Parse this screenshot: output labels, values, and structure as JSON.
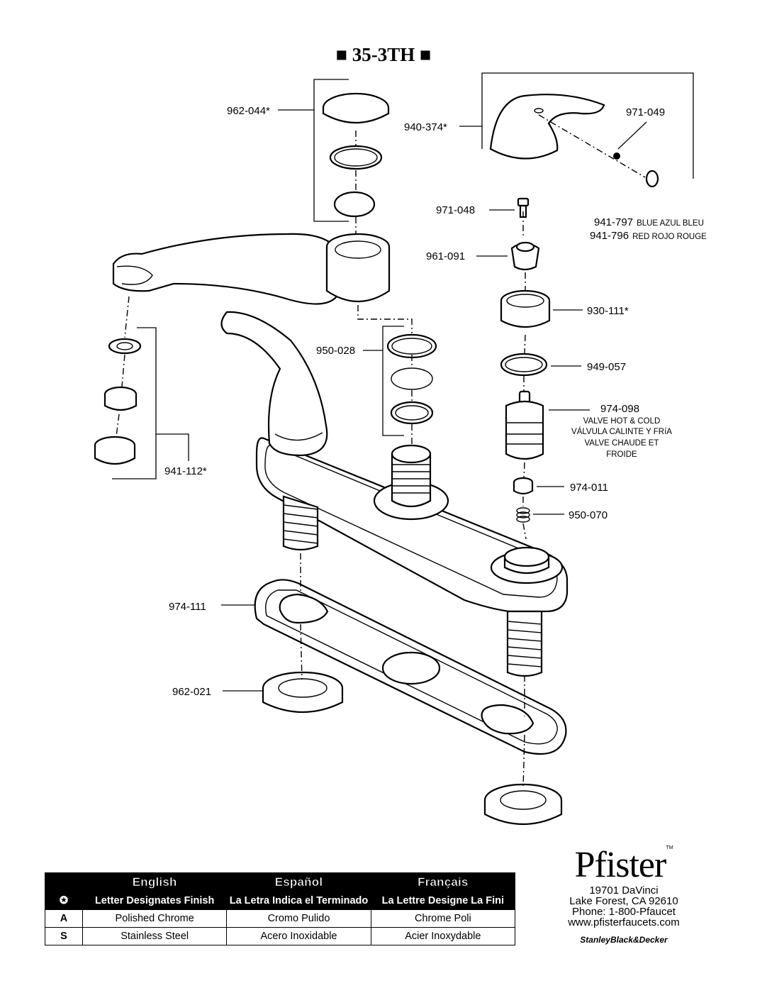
{
  "title": "■ 35-3TH ■",
  "labels": {
    "p962_044": "962-044*",
    "p940_374": "940-374*",
    "p971_049": "971-049",
    "p971_048": "971-048",
    "p941_797": "941-797",
    "p941_797_desc": "BLUE AZUL BLEU",
    "p941_796": "941-796",
    "p941_796_desc": "RED ROJO ROUGE",
    "p961_091": "961-091",
    "p930_111": "930-111*",
    "p950_028": "950-028",
    "p949_057": "949-057",
    "p974_098": "974-098",
    "p974_098_d1": "VALVE HOT & COLD",
    "p974_098_d2": "VÁLVULA CALINTE Y FRíA",
    "p974_098_d3": "VALVE CHAUDE ET",
    "p974_098_d4": "FROIDE",
    "p974_011": "974-011",
    "p950_070": "950-070",
    "p941_112": "941-112*",
    "p974_111": "974-111",
    "p962_021": "962-021"
  },
  "finish_table": {
    "headers": [
      "English",
      "Español",
      "Français"
    ],
    "symbol": "✪",
    "descriptions": [
      "Letter Designates Finish",
      "La Letra Indica el Terminado",
      "La Lettre Designe La Fini"
    ],
    "rows": [
      {
        "code": "A",
        "en": "Polished Chrome",
        "es": "Cromo Pulido",
        "fr": "Chrome Poli"
      },
      {
        "code": "S",
        "en": "Stainless Steel",
        "es": "Acero Inoxidable",
        "fr": "Acier Inoxydable"
      }
    ]
  },
  "brand": {
    "logo": "Pfister",
    "tm": "TM",
    "address": [
      "19701 DaVinci",
      "Lake Forest, CA 92610",
      "Phone: 1-800-Pfaucet",
      "www.pfisterfaucets.com"
    ],
    "parent": "StanleyBlack&Decker"
  }
}
